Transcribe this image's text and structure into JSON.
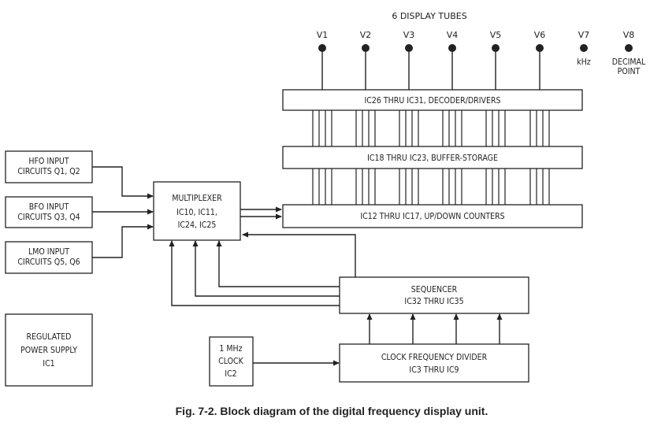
{
  "tubes_header": "6 DISPLAY TUBES",
  "tubes": [
    "V1",
    "V2",
    "V3",
    "V4",
    "V5",
    "V6",
    "V7",
    "V8"
  ],
  "tube_notes": {
    "v7": "kHz",
    "v8_line1": "DECIMAL",
    "v8_line2": "POINT"
  },
  "blocks": {
    "decoder": "IC26 THRU IC31, DECODER/DRIVERS",
    "buffer": "IC18 THRU IC23, BUFFER-STORAGE",
    "counters": "IC12 THRU IC17, UP/DOWN COUNTERS",
    "hfo": [
      "HFO INPUT",
      "CIRCUITS Q1, Q2"
    ],
    "bfo": [
      "BFO INPUT",
      "CIRCUITS Q3, Q4"
    ],
    "lmo": [
      "LMO INPUT",
      "CIRCUITS Q5, Q6"
    ],
    "multiplexer": [
      "MULTIPLEXER",
      "IC10, IC11,",
      "IC24, IC25"
    ],
    "sequencer": [
      "SEQUENCER",
      "IC32 THRU IC35"
    ],
    "power": [
      "REGULATED",
      "POWER SUPPLY",
      "IC1"
    ],
    "clock": [
      "1 MHz",
      "CLOCK",
      "IC2"
    ],
    "divider": [
      "CLOCK FREQUENCY DIVIDER",
      "IC3 THRU IC9"
    ]
  },
  "caption": "Fig. 7-2. Block diagram of the digital frequency display unit."
}
